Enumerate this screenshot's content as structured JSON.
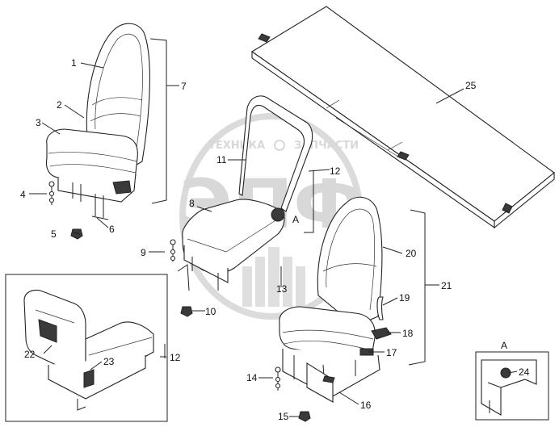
{
  "watermark": {
    "top_left": "ТЕХНИКА",
    "top_right": "ЗАПЧАСТИ",
    "big": "ЭПФ"
  },
  "detail": {
    "letter": "A",
    "marker": "A"
  },
  "callouts": [
    "1",
    "2",
    "3",
    "4",
    "5",
    "6",
    "7",
    "8",
    "9",
    "10",
    "11",
    "12",
    "13",
    "14",
    "15",
    "16",
    "17",
    "18",
    "19",
    "20",
    "21",
    "22",
    "23",
    "24",
    "25",
    "12"
  ],
  "colors": {
    "line": "#222222",
    "watermark": "#d4d4d4",
    "shadow": "#3a3a3a"
  }
}
